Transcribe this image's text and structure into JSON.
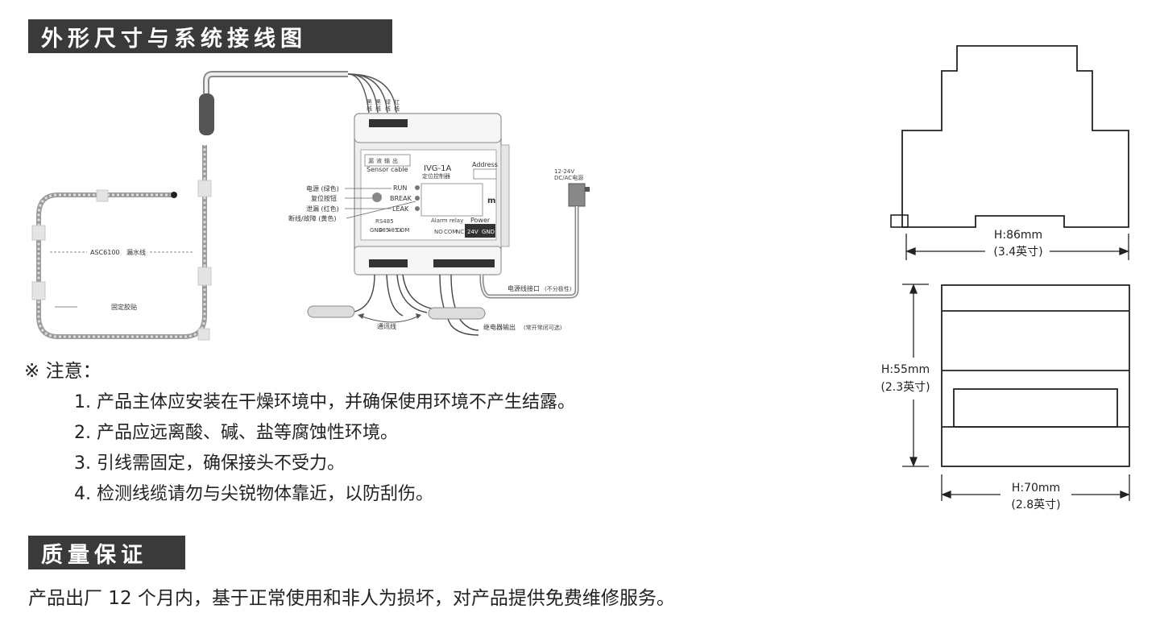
{
  "sections": {
    "dimensions_title": "外形尺寸与系统接线图",
    "quality_title": "质量保证"
  },
  "wiring": {
    "cable_wire_labels": [
      "黑",
      "黑",
      "绿",
      "红"
    ],
    "cable_wire_labels_2": [
      "线",
      "线",
      "线",
      "线"
    ],
    "sensor_tag_chars": [
      "漏",
      "液",
      "输",
      "出"
    ],
    "sensor_cable": "Sensor cable",
    "model": "IVG-1A",
    "model_sub": "定位控制器",
    "address": "Address",
    "display_unit": "m",
    "run": "RUN",
    "break": "BREAK",
    "leak": "LEAK",
    "left_labels": [
      "电源 (绿色)",
      "复位按钮",
      "泄漏 (红色)",
      "断线/故障 (黄色)"
    ],
    "rs485": "RS485",
    "rs485_terminals": [
      "GND",
      "485-",
      "485+",
      "COM"
    ],
    "alarm_relay": "Alarm relay",
    "relay_terminals": [
      "NO",
      "COM",
      "NC"
    ],
    "power": "Power",
    "power_terminals": [
      "24V",
      "GND"
    ],
    "adapter_spec": [
      "12-24V",
      "DC/AC电源"
    ],
    "cable_model": "ASC6100",
    "cable_name": "漏水线",
    "fix_note": "固定胶贴",
    "comm_line": "通讯线",
    "power_port": "电源线接口",
    "power_port_note": "(不分极性)",
    "relay_out": "继电器输出",
    "relay_out_note": "(常开常闭可选)"
  },
  "dimensions": {
    "width_label": "H:86mm",
    "width_label_in": "(3.4英寸)",
    "height_label": "H:55mm",
    "height_label_in": "(2.3英寸)",
    "depth_label": "H:70mm",
    "depth_label_in": "(2.8英寸)"
  },
  "notes": {
    "title": "※ 注意：",
    "items": [
      "1. 产品主体应安装在干燥环境中，并确保使用环境不产生结露。",
      "2. 产品应远离酸、碱、盐等腐蚀性环境。",
      "3. 引线需固定，确保接头不受力。",
      "4. 检测线缆请勿与尖锐物体靠近，以防刮伤。"
    ]
  },
  "warranty": {
    "text": "产品出厂 12 个月内，基于正常使用和非人为损坏，对产品提供免费维修服务。"
  },
  "colors": {
    "banner_bg": "#3a3a3a",
    "line": "#222222",
    "device_fill": "#eeeeee"
  }
}
